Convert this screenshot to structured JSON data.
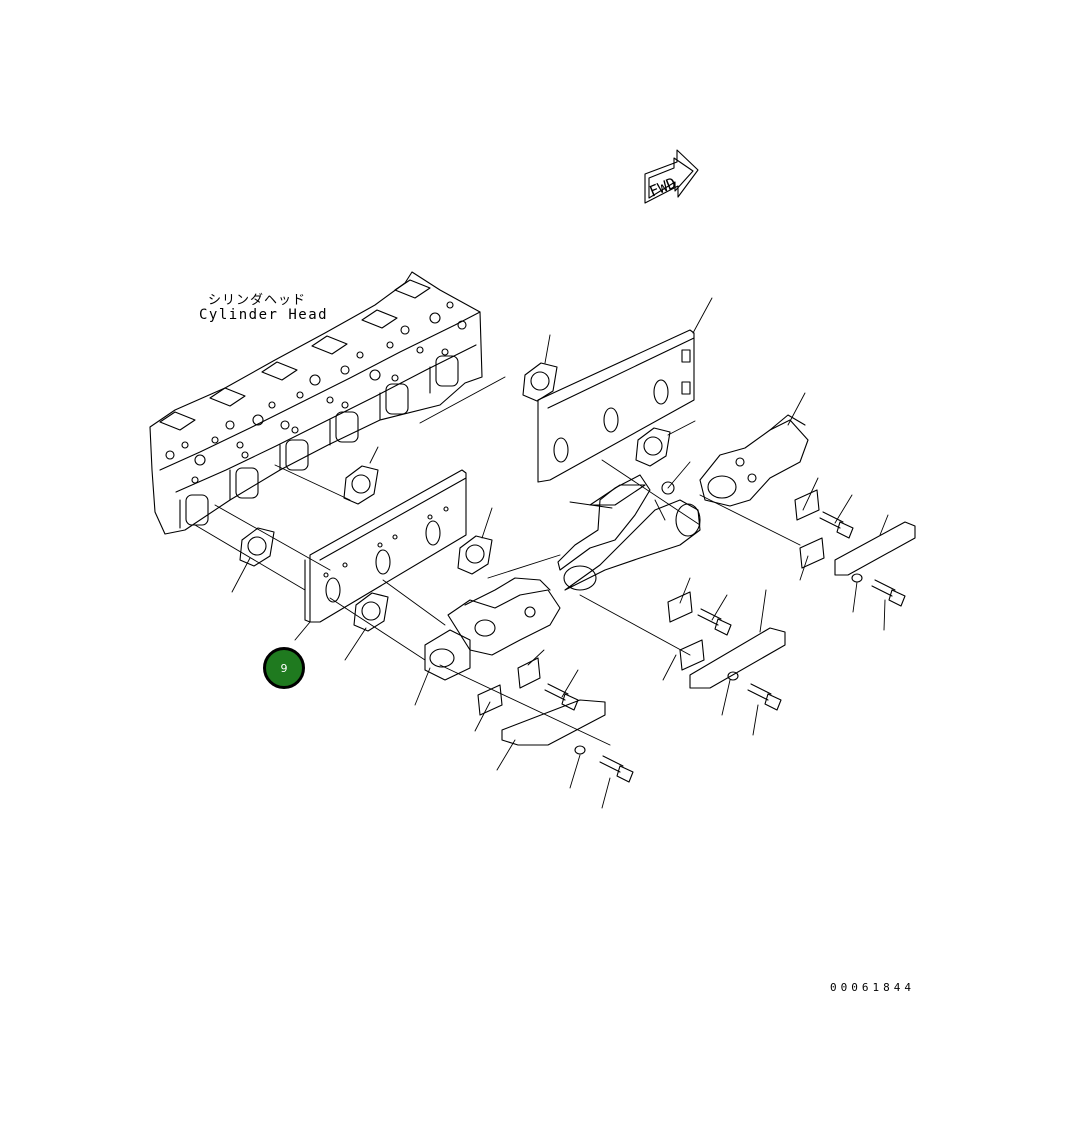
{
  "fwd_label": "FWD",
  "cylinder_head_label_jp": "シリンダヘッド",
  "cylinder_head_label_en": "Cylinder Head",
  "callout": {
    "number": "9",
    "color": "#1f7a1f"
  },
  "drawing_number": "00061844",
  "line_color": "#000000"
}
